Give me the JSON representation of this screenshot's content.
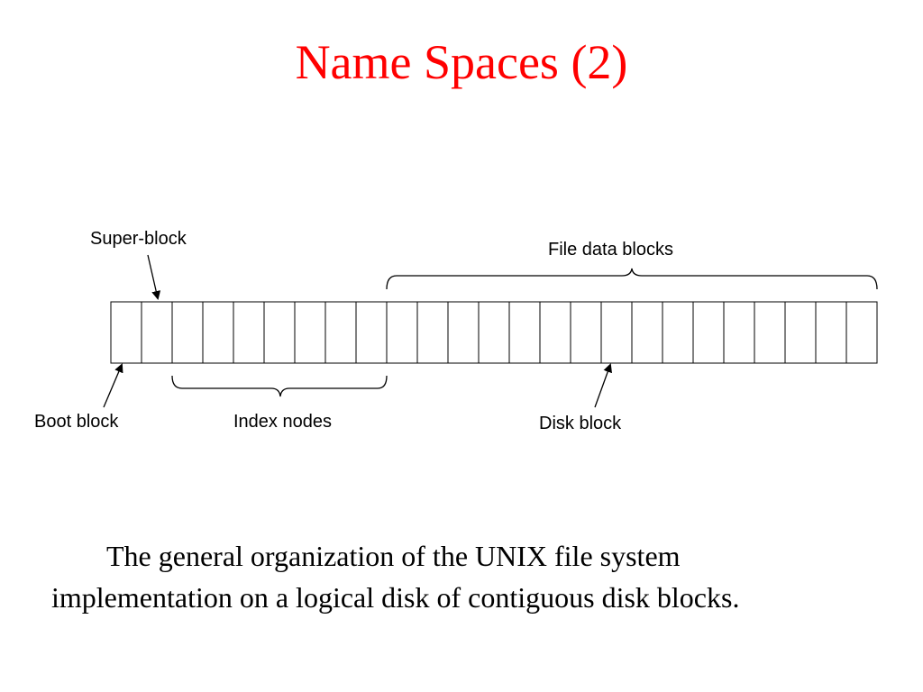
{
  "slide": {
    "title": "Name Spaces (2)",
    "title_color": "#ff0000"
  },
  "diagram": {
    "block_count": 25,
    "labels": {
      "super_block": "Super-block",
      "file_data_blocks": "File data blocks",
      "boot_block": "Boot block",
      "index_nodes": "Index nodes",
      "disk_block": "Disk block"
    },
    "line_color": "#000000"
  },
  "caption": {
    "line1": "The general organization of the UNIX file system",
    "line2": "implementation on a logical disk of contiguous disk blocks."
  }
}
